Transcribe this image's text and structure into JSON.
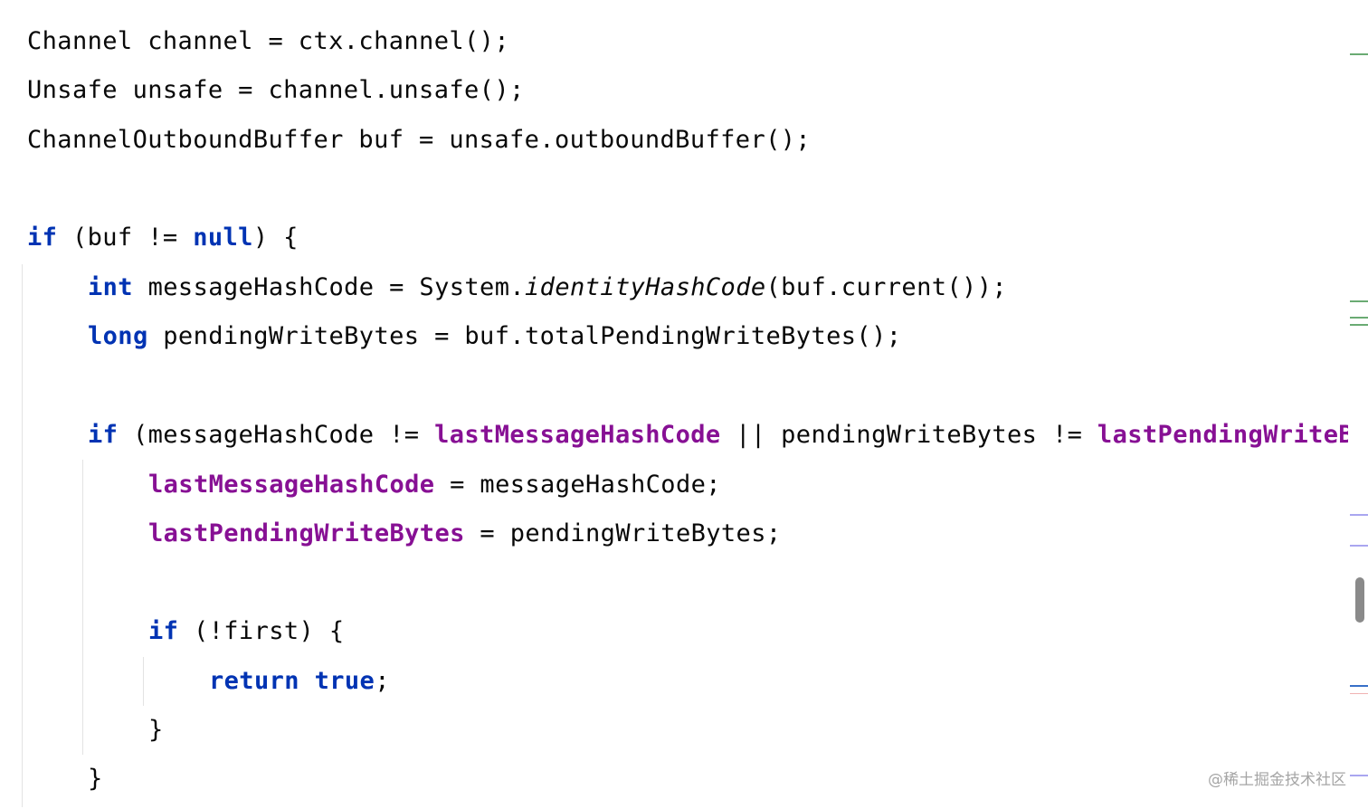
{
  "code": {
    "line1": {
      "type": "Channel",
      "rest": " channel = ctx.channel();"
    },
    "line2": {
      "type": "Unsafe",
      "rest": " unsafe = channel.unsafe();"
    },
    "line3": {
      "type": "ChannelOutboundBuffer",
      "rest": " buf = unsafe.outboundBuffer();"
    },
    "line5": {
      "kw_if": "if",
      "open": " (buf != ",
      "kw_null": "null",
      "close": ") {"
    },
    "line6": {
      "kw_int": "int",
      "mid": " messageHashCode = System.",
      "method": "identityHashCode",
      "tail": "(buf.current());"
    },
    "line7": {
      "kw_long": "long",
      "tail": " pendingWriteBytes = buf.totalPendingWriteBytes();"
    },
    "line9": {
      "kw_if": "if",
      "open": " (messageHashCode != ",
      "field1": "lastMessageHashCode",
      "mid": " || pendingWriteBytes != ",
      "field2": "lastPendingWriteBy"
    },
    "line10": {
      "field": "lastMessageHashCode",
      "tail": " = messageHashCode;"
    },
    "line11": {
      "field": "lastPendingWriteBytes",
      "tail": " = pendingWriteBytes;"
    },
    "line13": {
      "kw_if": "if",
      "tail": " (!first) {"
    },
    "line14": {
      "kw_return": "return",
      "space": " ",
      "kw_true": "true",
      "tail": ";"
    },
    "line15": {
      "brace": "}"
    },
    "line16": {
      "brace": "}"
    }
  },
  "colors": {
    "keyword": "#0033b3",
    "field": "#871094",
    "text": "#080808",
    "change_added": "#6aab73",
    "change_modified": "#a9a6f0",
    "error_mark": "#3870c8"
  },
  "watermark": "@稀土掘金技术社区"
}
